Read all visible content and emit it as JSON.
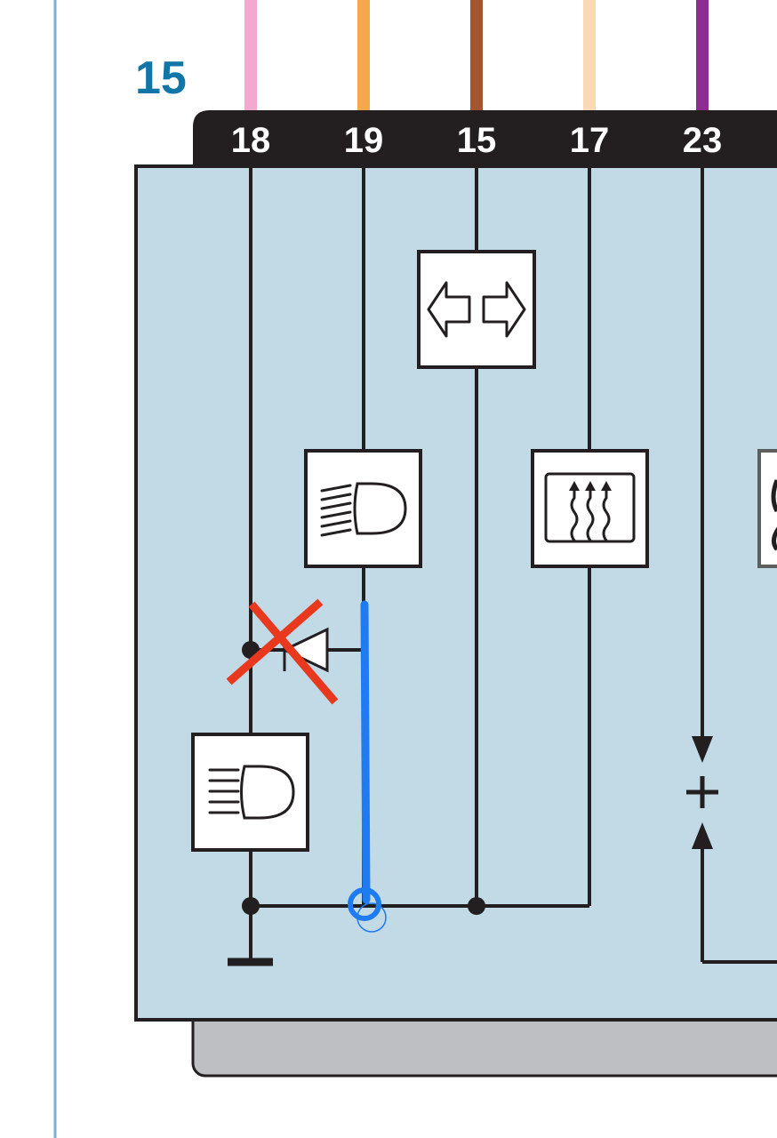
{
  "sheet": {
    "number": "15"
  },
  "connector": {
    "pins": [
      {
        "label": "18",
        "wire_color": "#F2A8CF"
      },
      {
        "label": "19",
        "wire_color": "#F5A74C"
      },
      {
        "label": "15",
        "wire_color": "#A2552E"
      },
      {
        "label": "17",
        "wire_color": "#FAD9B5"
      },
      {
        "label": "23",
        "wire_color": "#8B2D91"
      }
    ]
  },
  "components": {
    "turn_signal": {
      "icon": "turn-signal-arrows-icon"
    },
    "high_beam": {
      "icon": "headlight-high-beam-icon"
    },
    "low_beam": {
      "icon": "headlight-low-beam-icon"
    },
    "rear_defrost": {
      "icon": "rear-window-defrost-icon"
    },
    "diode": {
      "icon": "diode-icon",
      "state": "crossed-out"
    },
    "partial_right": {
      "icon": "partial-component-icon"
    }
  },
  "annotations": {
    "strike_color": "#E8391F",
    "drawn_wire_color": "#1E7BF2"
  },
  "colors": {
    "panel_fill": "#C2D9E6",
    "connector_fill": "#231F20",
    "housing_fill": "#BEBFC3",
    "sheet_label": "#1275A8",
    "margin_line": "#7FAFD0"
  }
}
